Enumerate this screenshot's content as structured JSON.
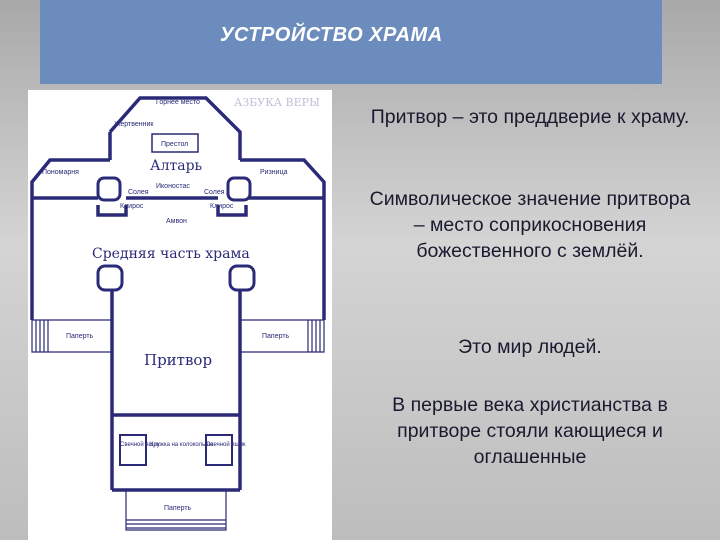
{
  "header": {
    "title": "УСТРОЙСТВО  ХРАМА"
  },
  "plan": {
    "watermark": "АЗБУКА ВЕРЫ",
    "labels": {
      "gornee_mesto": "Горнее место",
      "zhertvennik": "Жертвенник",
      "prestol": "Престол",
      "altar": "Алтарь",
      "ponomarnya": "Пономарня",
      "riznitsa": "Ризница",
      "ikonostas": "Иконостас",
      "soleya_left": "Солея",
      "soleya_right": "Солея",
      "kliros_left": "Клирос",
      "kliros_right": "Клирос",
      "amvon": "Амвон",
      "middle": "Средняя часть храма",
      "paperty_left": "Паперть",
      "paperty_right": "Паперть",
      "pritvor": "Притвор",
      "svechnoy_left": "Свечной ящик",
      "kruzhka": "Кружка на колокольню",
      "svechnoy_right": "Свечной ящик",
      "paperty_bottom": "Паперть"
    }
  },
  "text_panel": {
    "p1": "Притвор – это преддверие к храму.",
    "p2": "Символическое значение притвора – место соприкосновения божественного с землёй.",
    "p3": "Это мир людей.",
    "p4": "В первые века христианства в притворе стояли кающиеся и оглашенные"
  }
}
